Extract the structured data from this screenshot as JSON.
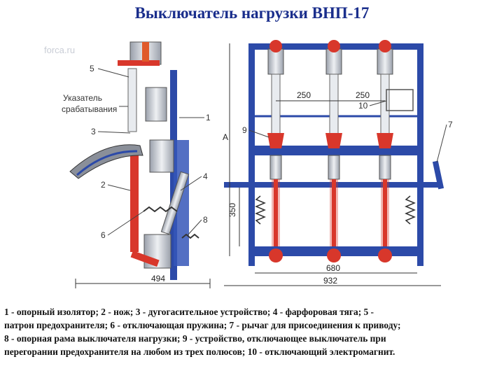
{
  "title": "Выключатель нагрузки ВНП-17",
  "watermark": "forca.ru",
  "side_view": {
    "labels": {
      "n5": "5",
      "indicator_line1": "Указатель",
      "indicator_line2": "срабатывания",
      "n3": "3",
      "n1": "1",
      "n2": "2",
      "n4": "4",
      "n6": "6",
      "n8": "8",
      "dim_width": "494"
    }
  },
  "front_view": {
    "labels": {
      "dim_250_a": "250",
      "dim_250_b": "250",
      "n10": "10",
      "n7": "7",
      "dim_a": "А",
      "n9": "9",
      "dim_350": "350",
      "dim_680": "680",
      "dim_932": "932"
    }
  },
  "caption": {
    "line1": "1 -  опорный изолятор; 2  -  нож; 3  -  дугогасительное устройство; 4  -  фарфоровая тяга; 5  -",
    "line2": " патрон предохранителя; 6  -  отключающая пружина; 7  -  рычаг для присоединения к приводу;",
    "line3": "8  -  опорная рама выключателя нагрузки; 9  -  устройство, отключающее выключатель при",
    "line4": "перегорании предохранителя на любом из трех полюсов; 10  -  отключающий электромагнит."
  },
  "colors": {
    "frame": "#2c4aa8",
    "knife": "#d8372b",
    "insulator": "#c7cbd3",
    "title": "#1a2e8c"
  }
}
